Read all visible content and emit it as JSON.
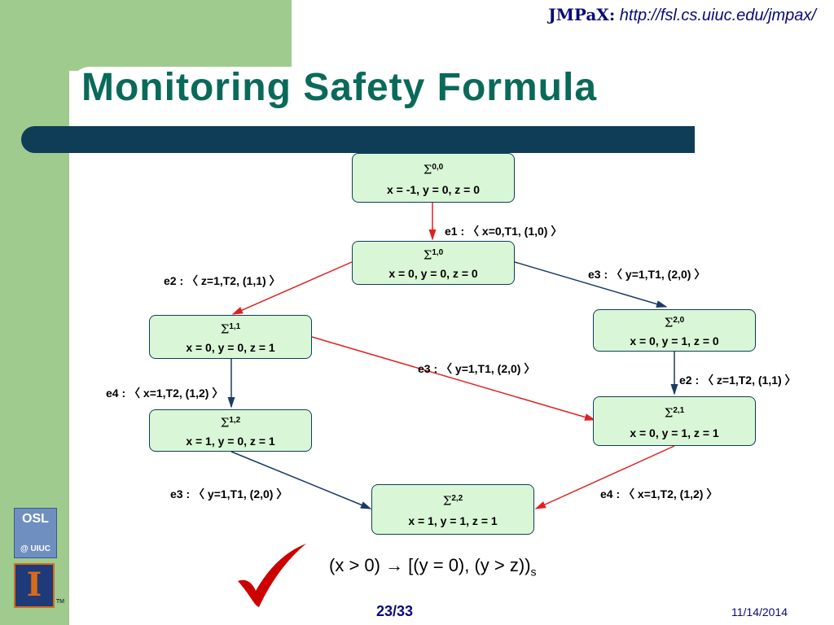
{
  "header": {
    "brand": "JMPaX:",
    "url": "http://fsl.cs.uiuc.edu/jmpax/"
  },
  "title": "Monitoring Safety Formula",
  "nodes": [
    {
      "id": "0,0",
      "sigma": "Σ",
      "sup": "0,0",
      "values": "x = -1, y = 0, z = 0"
    },
    {
      "id": "1,0",
      "sigma": "Σ",
      "sup": "1,0",
      "values": "x = 0, y = 0, z = 0"
    },
    {
      "id": "1,1",
      "sigma": "Σ",
      "sup": "1,1",
      "values": "x = 0, y = 0, z = 1"
    },
    {
      "id": "2,0",
      "sigma": "Σ",
      "sup": "2,0",
      "values": "x = 0, y = 1, z = 0"
    },
    {
      "id": "1,2",
      "sigma": "Σ",
      "sup": "1,2",
      "values": "x = 1, y = 0, z = 1"
    },
    {
      "id": "2,1",
      "sigma": "Σ",
      "sup": "2,1",
      "values": "x = 0, y = 1, z = 1"
    },
    {
      "id": "2,2",
      "sigma": "Σ",
      "sup": "2,2",
      "values": "x = 1, y = 1, z = 1"
    }
  ],
  "edge_labels": {
    "e1": "e1 : 〈 x=0,T1, (1,0) 〉",
    "e2_left": "e2 : 〈 z=1,T2, (1,1) 〉",
    "e3_right": "e3 : 〈 y=1,T1, (2,0) 〉",
    "e3_diag": "e3 : 〈 y=1,T1, (2,0) 〉",
    "e2_right": "e2 : 〈 z=1,T2, (1,1) 〉",
    "e4_left": "e4 : 〈 x=1,T2, (1,2) 〉",
    "e3_bottom": "e3 : 〈 y=1,T1, (2,0) 〉",
    "e4_bottom": "e4 : 〈 x=1,T2, (1,2) 〉"
  },
  "formula": {
    "main": "(x > 0) → [(y = 0), (y > z))",
    "subscript": "s"
  },
  "logos": {
    "osl_top": "OSL",
    "osl_bottom": "@ UIUC",
    "uiuc_letter": "I",
    "tm": "TM"
  },
  "footer": {
    "page": "23/33",
    "date": "11/14/2014"
  },
  "colors": {
    "title": "#0a6a5a",
    "green_panel": "#9fcb8f",
    "bar": "#0f3d57",
    "node_fill": "#d9f7d6",
    "red_arrow": "#e02020",
    "navy_arrow": "#1b3a66",
    "check": "#cc0000"
  },
  "icons": [
    "checkmark-icon",
    "osl-logo",
    "uiuc-logo"
  ]
}
